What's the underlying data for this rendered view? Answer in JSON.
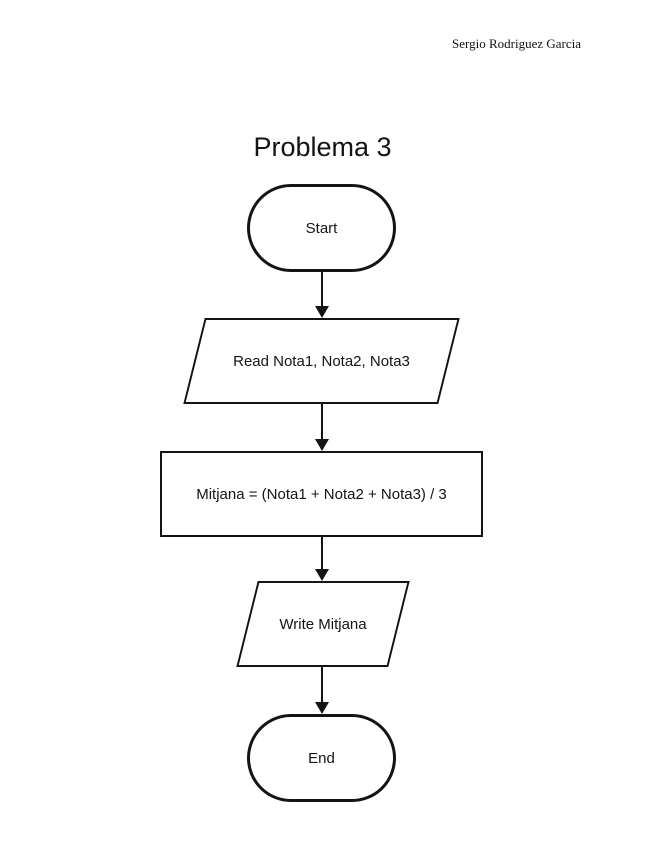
{
  "page": {
    "author": "Sergio Rodriguez Garcia",
    "title": "Problema 3"
  },
  "flowchart": {
    "nodes": [
      {
        "id": "start",
        "type": "terminal",
        "label": "Start"
      },
      {
        "id": "read",
        "type": "io",
        "label": "Read Nota1, Nota2, Nota3"
      },
      {
        "id": "compute",
        "type": "process",
        "label": "Mitjana = (Nota1 + Nota2 + Nota3) / 3"
      },
      {
        "id": "write",
        "type": "io",
        "label": "Write Mitjana"
      },
      {
        "id": "end",
        "type": "terminal",
        "label": "End"
      }
    ]
  }
}
